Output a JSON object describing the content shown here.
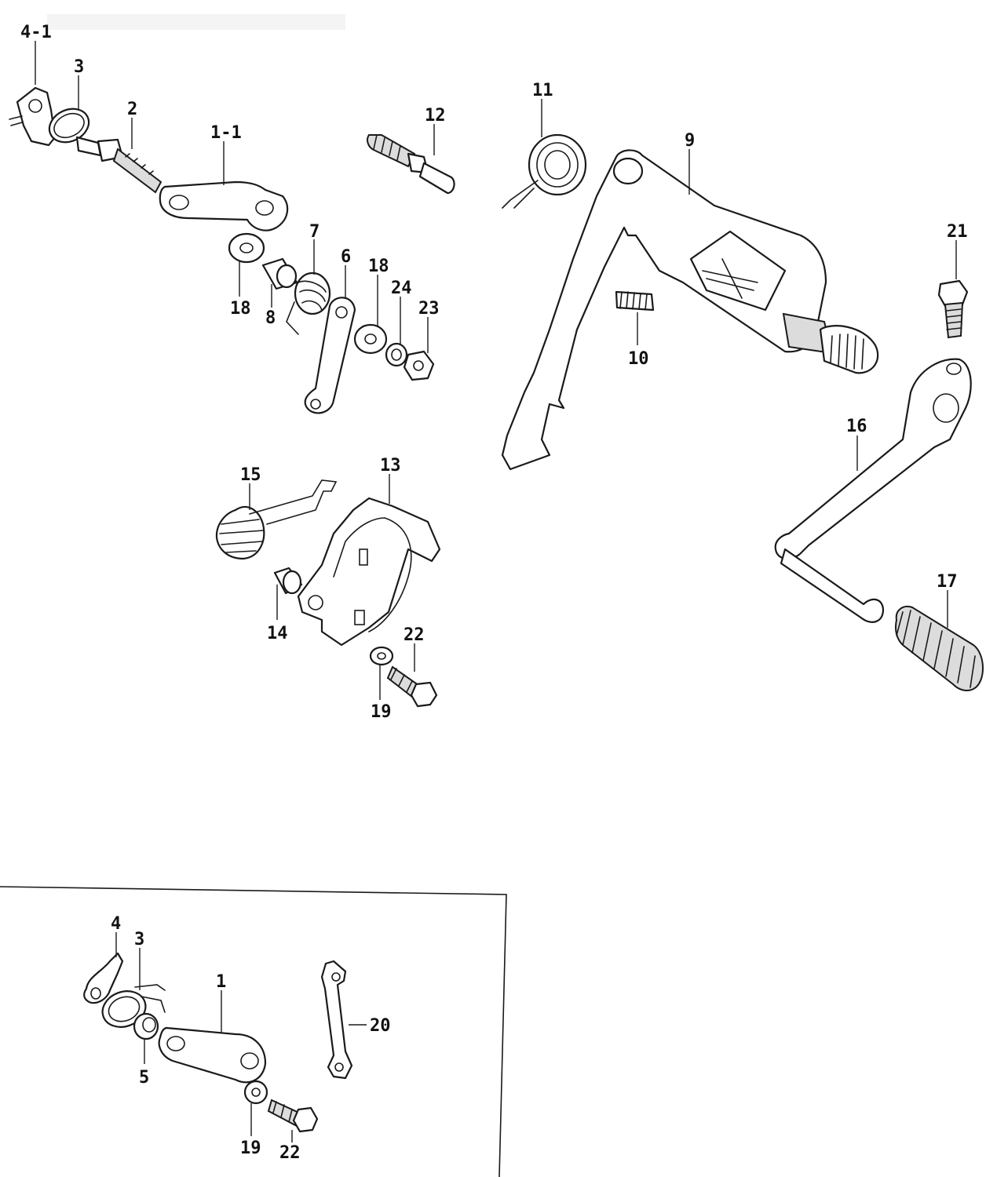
{
  "callouts": {
    "c4_1": "4-1",
    "c3_top": "3",
    "c2": "2",
    "c1_1": "1-1",
    "c12": "12",
    "c11": "11",
    "c9": "9",
    "c21": "21",
    "c7": "7",
    "c6": "6",
    "c18_a": "18",
    "c18_b": "18",
    "c24": "24",
    "c23": "23",
    "c8": "8",
    "c10": "10",
    "c16": "16",
    "c15": "15",
    "c13": "13",
    "c14": "14",
    "c22_a": "22",
    "c19_a": "19",
    "c17": "17",
    "c4": "4",
    "c3_inset": "3",
    "c1": "1",
    "c20": "20",
    "c5": "5",
    "c19_b": "19",
    "c22_b": "22"
  }
}
